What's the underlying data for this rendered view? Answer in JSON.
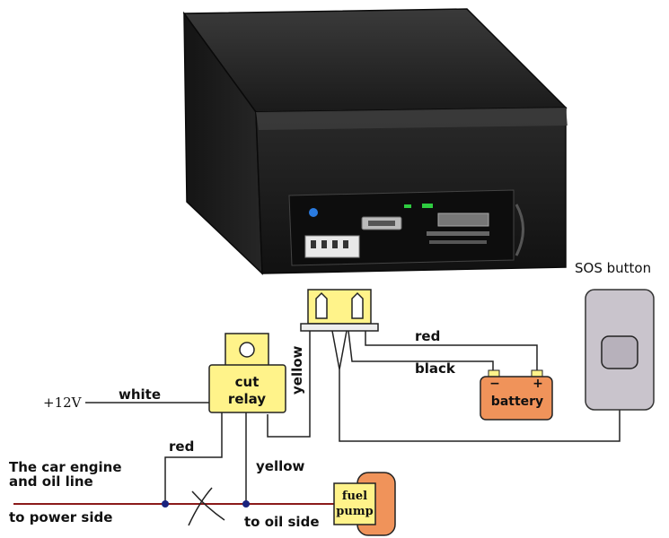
{
  "labels": {
    "sos_button": "SOS button",
    "red_battery": "red",
    "black_battery": "black",
    "yellow_vertical": "yellow",
    "plus12v": "+12V",
    "white": "white",
    "red_relay": "red",
    "yellow_relay": "yellow",
    "engine_line_1": "The car engine",
    "engine_line_2": "and oil line",
    "to_power_side": "to power side",
    "to_oil_side": "to oil side"
  },
  "relay": {
    "line1": "cut",
    "line2": "relay"
  },
  "battery": {
    "label": "battery",
    "minus": "−",
    "plus": "+"
  },
  "fuel_pump": {
    "line1": "fuel",
    "line2": "pump"
  },
  "colors": {
    "device_body": "#1e1e1e",
    "relay_fill": "#fff38a",
    "battery_fill": "#f0935a",
    "pump_fill": "#f0935a",
    "sos_fill": "#c9c4cc",
    "fuel_line": "#8b1a1a",
    "wire": "#222222",
    "node": "#1a237e"
  }
}
